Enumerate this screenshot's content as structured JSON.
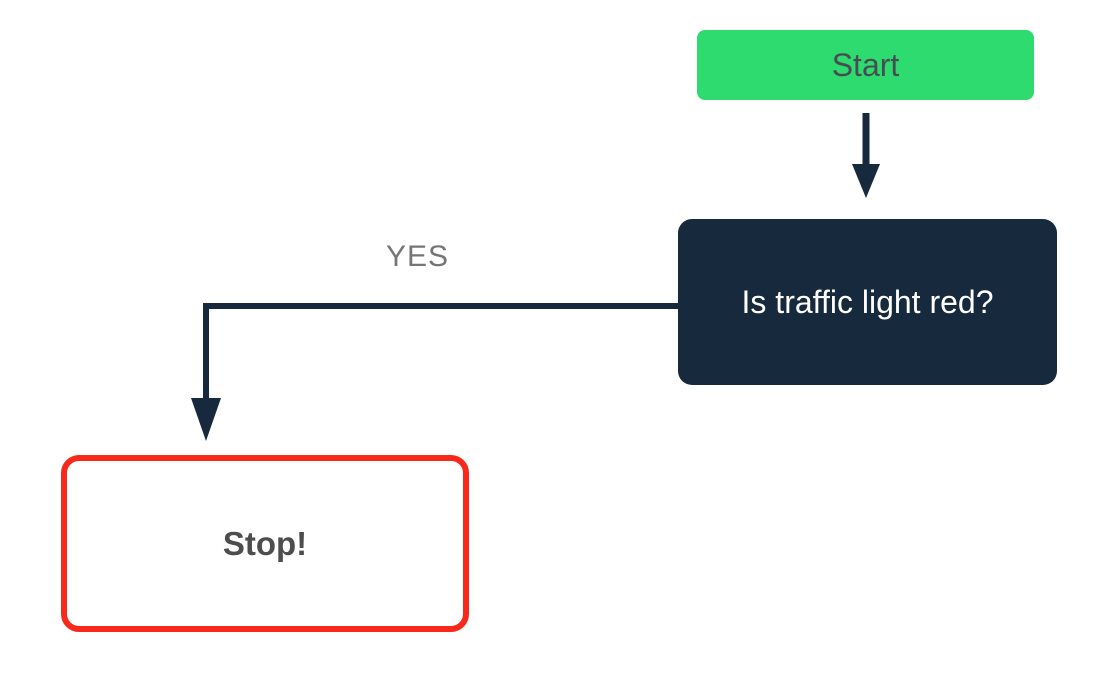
{
  "canvas": {
    "background": "#FFFFFF"
  },
  "flowchart": {
    "nodes": [
      {
        "id": "start",
        "type": "terminal",
        "label": "Start",
        "fill": "#2EDB6E",
        "text_color": "#474D52"
      },
      {
        "id": "decision",
        "type": "decision",
        "label": "Is traffic light red?",
        "fill": "#17293C",
        "text_color": "#FFFFFF"
      },
      {
        "id": "stop",
        "type": "outcome",
        "label": "Stop!",
        "fill": "#FFFFFF",
        "border_color": "#F8291B",
        "text_color": "#4D4D4D"
      }
    ],
    "edges": [
      {
        "id": "start-to-decision",
        "from": "start",
        "to": "decision",
        "label": "",
        "color": "#17293C"
      },
      {
        "id": "decision-to-stop",
        "from": "decision",
        "to": "stop",
        "label": "YES",
        "label_color": "#757575",
        "color": "#17293C"
      }
    ]
  }
}
